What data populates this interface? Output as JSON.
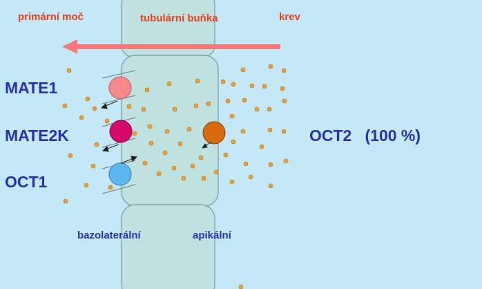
{
  "labels": {
    "primary_urine": "primární moč",
    "tubular_cell": "tubulární buňka",
    "blood": "krev",
    "mate1": "MATE1",
    "mate2k": "MATE2K",
    "oct1": "OCT1",
    "oct2": "OCT2   (100 %)",
    "basolateral": "bazolaterální",
    "apical": "apikální"
  },
  "icons": {
    "flow_arrow": "left-arrow-icon",
    "transporter": "circle-transporter-icon",
    "molecule": "dot-icon"
  },
  "colors": {
    "background": "#c4e8f8",
    "cell_fill": "#bfe2e0",
    "cell_stroke": "#7a9a9a",
    "arrow": "#f47a7a",
    "red_text": "#e8401a",
    "blue_text": "#2a30b4",
    "dot": "#f0a030",
    "mate1": "#f78a88",
    "mate2k": "#d4096a",
    "oct1": "#5bb8f0",
    "oct2": "#d86a10"
  }
}
